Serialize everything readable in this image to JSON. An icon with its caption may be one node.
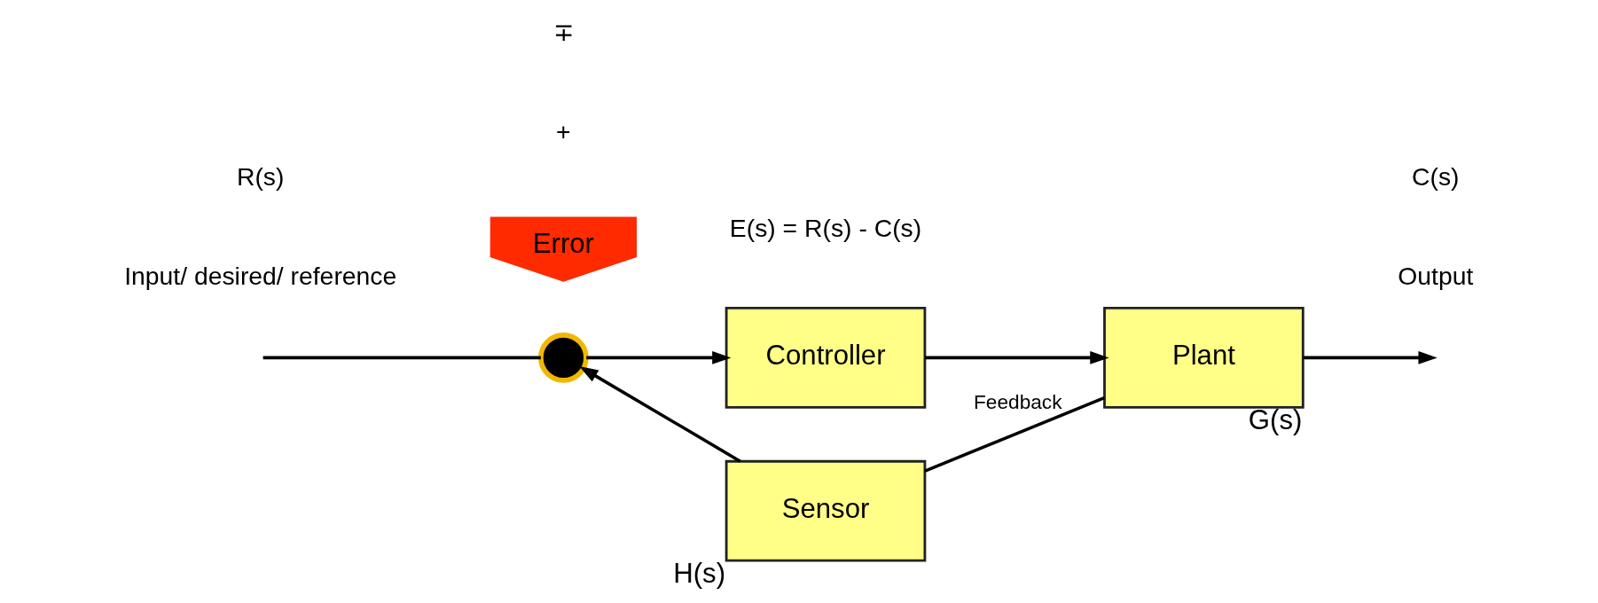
{
  "diagram": {
    "nodes": [
      {
        "text": [],
        "shape": "circle"
      },
      {
        "text": [
          "Controller"
        ]
      },
      {
        "text": [
          "Plant"
        ],
        "beside": [
          "G(s)"
        ]
      },
      {
        "text": [
          "Sensor"
        ],
        "beside": [
          "H(s)"
        ]
      },
      {
        "text": [
          "Error"
        ]
      }
    ],
    "edges": [
      {
        "from": null,
        "to": 0,
        "arrow": "none"
      },
      {
        "from": 0,
        "to": 1,
        "arrow": "to"
      },
      {
        "from": 1,
        "to": 2,
        "arrow": "to"
      },
      {
        "from": 2,
        "to": null,
        "arrow": "to"
      },
      {
        "from": 2,
        "to": 3,
        "arrow": "none",
        "label": "Feedback"
      },
      {
        "from": 3,
        "to": 0,
        "arrow": "to"
      }
    ],
    "labels": [
      "Input/ desired/ reference",
      "R(s)",
      "E(s) = R(s) - C(s)",
      "Output",
      "C(s)",
      "+",
      "∓"
    ]
  }
}
